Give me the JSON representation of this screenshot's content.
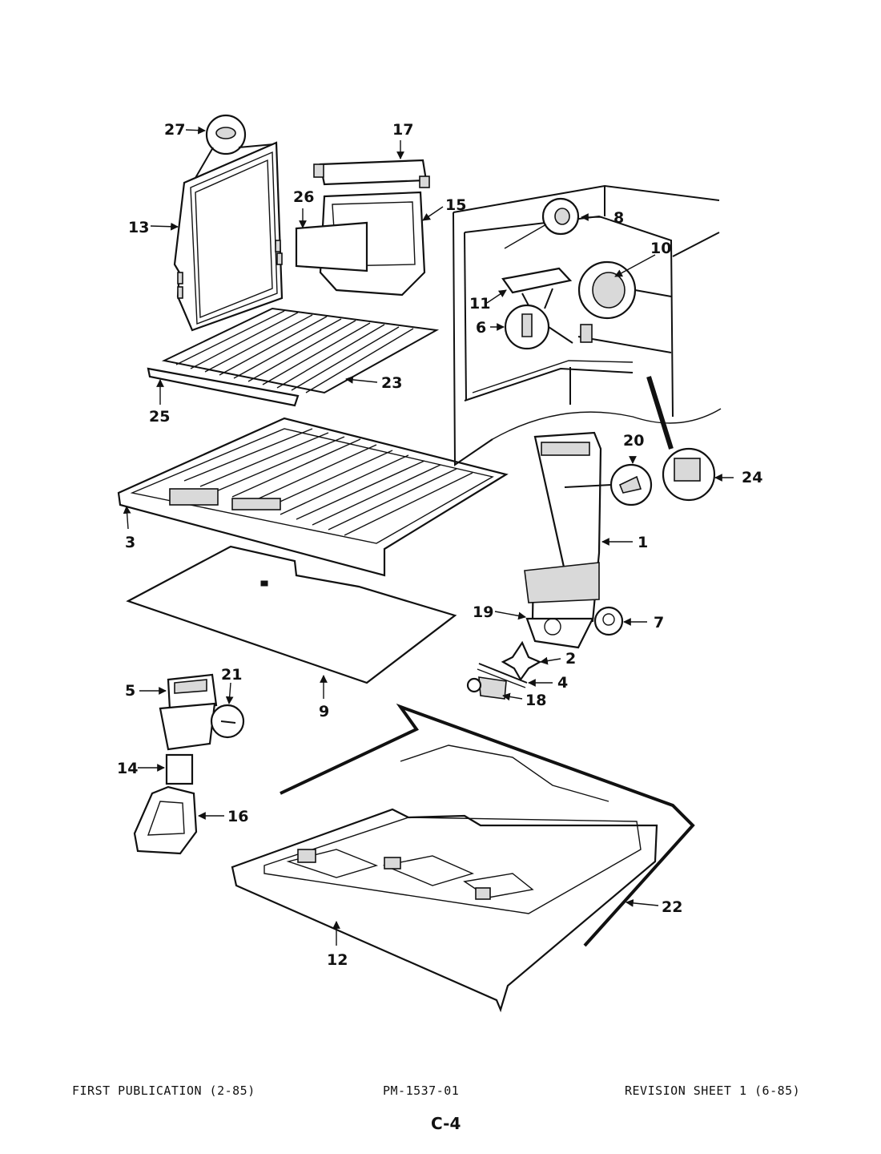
{
  "footer": {
    "first_publication": "FIRST PUBLICATION (2-85)",
    "part_number": "PM-1537-01",
    "revision": "REVISION SHEET 1 (6-85)",
    "page": "C-4"
  },
  "callouts": {
    "c1": "1",
    "c2": "2",
    "c3": "3",
    "c4": "4",
    "c5": "5",
    "c6": "6",
    "c7": "7",
    "c8": "8",
    "c9": "9",
    "c10": "10",
    "c11": "11",
    "c12": "12",
    "c13": "13",
    "c14": "14",
    "c15": "15",
    "c16": "16",
    "c17": "17",
    "c18": "18",
    "c19": "19",
    "c20": "20",
    "c21": "21",
    "c22": "22",
    "c23": "23",
    "c24": "24",
    "c25": "25",
    "c26": "26",
    "c27": "27"
  }
}
